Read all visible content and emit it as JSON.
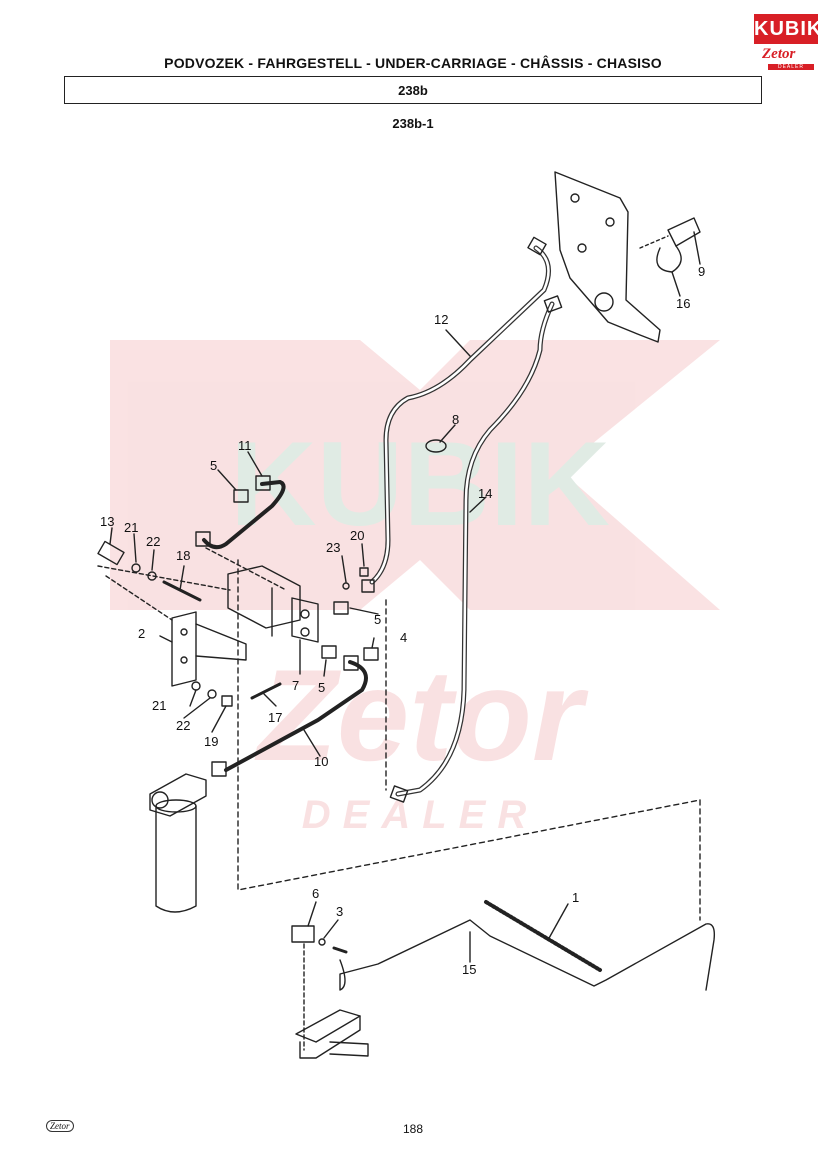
{
  "header": {
    "title": "PODVOZEK - FAHRGESTELL - UNDER-CARRIAGE - CHÂSSIS - CHASISO",
    "code": "238b",
    "subcode": "238b-1"
  },
  "logo": {
    "brand": "KUBIK",
    "sub": "Zetor",
    "dealer": "DEALER"
  },
  "watermark": {
    "brand": "KUBIK",
    "sub": "Zetor",
    "dealer": "DEALER"
  },
  "footer": {
    "page_number": "188",
    "mark": "Zetor"
  },
  "labels": {
    "l1": "1",
    "l2": "2",
    "l3": "3",
    "l4": "4",
    "l5a": "5",
    "l5b": "5",
    "l5c": "5",
    "l6": "6",
    "l7": "7",
    "l8": "8",
    "l9": "9",
    "l10": "10",
    "l11": "11",
    "l12": "12",
    "l13": "13",
    "l14": "14",
    "l15": "15",
    "l16": "16",
    "l17": "17",
    "l18": "18",
    "l19": "19",
    "l20": "20",
    "l21a": "21",
    "l21b": "21",
    "l22a": "22",
    "l22b": "22",
    "l23": "23"
  }
}
